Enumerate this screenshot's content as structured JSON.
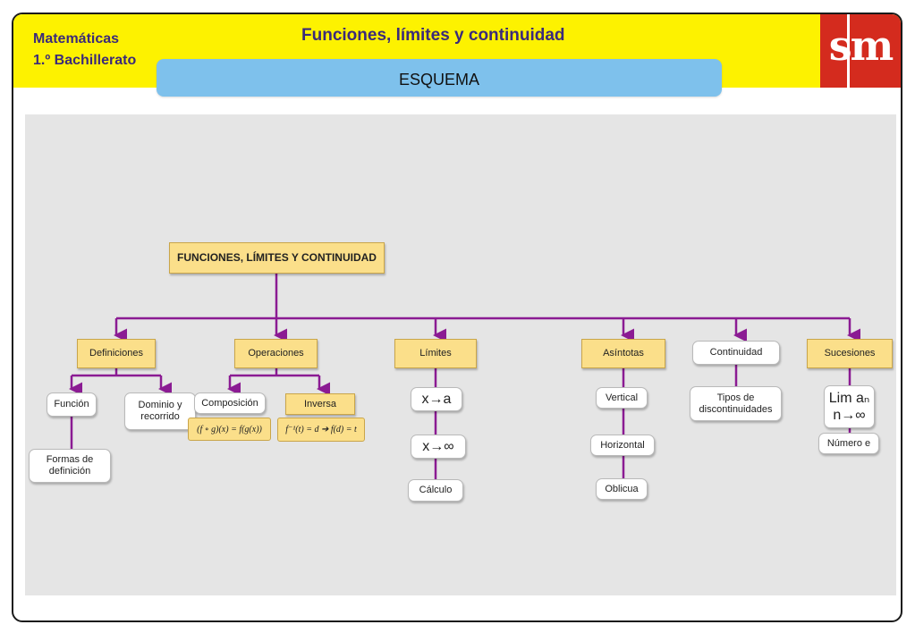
{
  "header": {
    "subject_line1": "Matemáticas",
    "subject_line2": "1.º Bachillerato",
    "title": "Funciones, límites y continuidad",
    "section": "ESQUEMA",
    "logo": "sm"
  },
  "colors": {
    "header_band": "#fdf200",
    "section_bar": "#7ec1ec",
    "logo_bg": "#d42b1e",
    "connector": "#8b1b93",
    "node_yellow": "#fbdf8a"
  },
  "diagram": {
    "root": "FUNCIONES, LÍMITES Y CONTINUIDAD",
    "definiciones": {
      "label": "Definiciones",
      "funcion": "Función",
      "dominio_line1": "Dominio y",
      "dominio_line2": "recorrido",
      "formas_line1": "Formas de",
      "formas_line2": "definición"
    },
    "operaciones": {
      "label": "Operaciones",
      "composicion": "Composición",
      "composicion_formula": "(f ∘ g)(x) = f(g(x))",
      "inversa": "Inversa",
      "inversa_formula": "f⁻¹(t) = d  ➔  f(d) = t"
    },
    "limites": {
      "label": "Límites",
      "x_to_a": "x→a",
      "x_to_inf": "x→∞",
      "calculo": "Cálculo"
    },
    "asintotas": {
      "label": "Asíntotas",
      "vertical": "Vertical",
      "horizontal": "Horizontal",
      "oblicua": "Oblicua"
    },
    "continuidad": {
      "label": "Continuidad",
      "tipos_line1": "Tipos de",
      "tipos_line2": "discontinuidades"
    },
    "sucesiones": {
      "label": "Sucesiones",
      "lim_line1": "Lim aₙ",
      "lim_line2": "n→∞",
      "numero_e": "Número e"
    }
  }
}
